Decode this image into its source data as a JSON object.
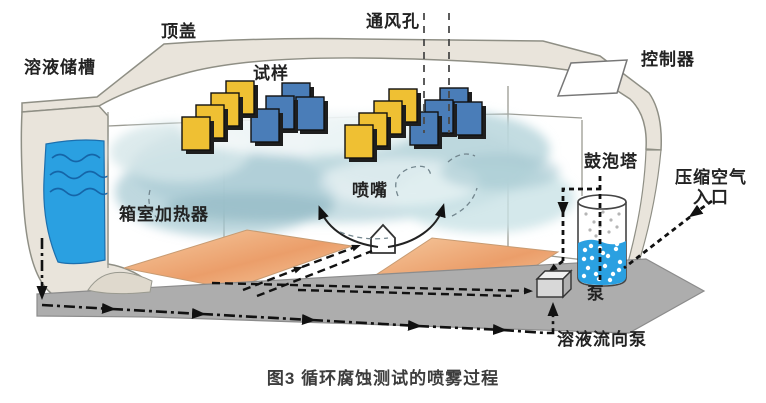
{
  "figure": {
    "caption": "图3 循环腐蚀测试的喷雾过程",
    "labels": {
      "solution_reservoir": "溶液储槽",
      "top_cover": "顶盖",
      "vent_hole": "通风孔",
      "specimen": "试样",
      "controller": "控制器",
      "bubble_tower": "鼓泡塔",
      "compressed_air_line1": "压缩空气",
      "compressed_air_line2": "入口",
      "nozzle": "喷嘴",
      "chamber_heater": "箱室加热器",
      "pump": "泵",
      "solution_flow_to_pump": "溶液流向泵"
    },
    "colors": {
      "specimen_yellow": "#EFC033",
      "specimen_blue": "#4A7DB8",
      "solution_blue": "#2AA0E1",
      "mist_teal": "#BFD9DF",
      "heater_orange_light": "#F6CCA2",
      "heater_orange_dark": "#EB9E6A",
      "cover_beige": "#E9E4DB",
      "base_gray": "#ADADAD"
    }
  }
}
